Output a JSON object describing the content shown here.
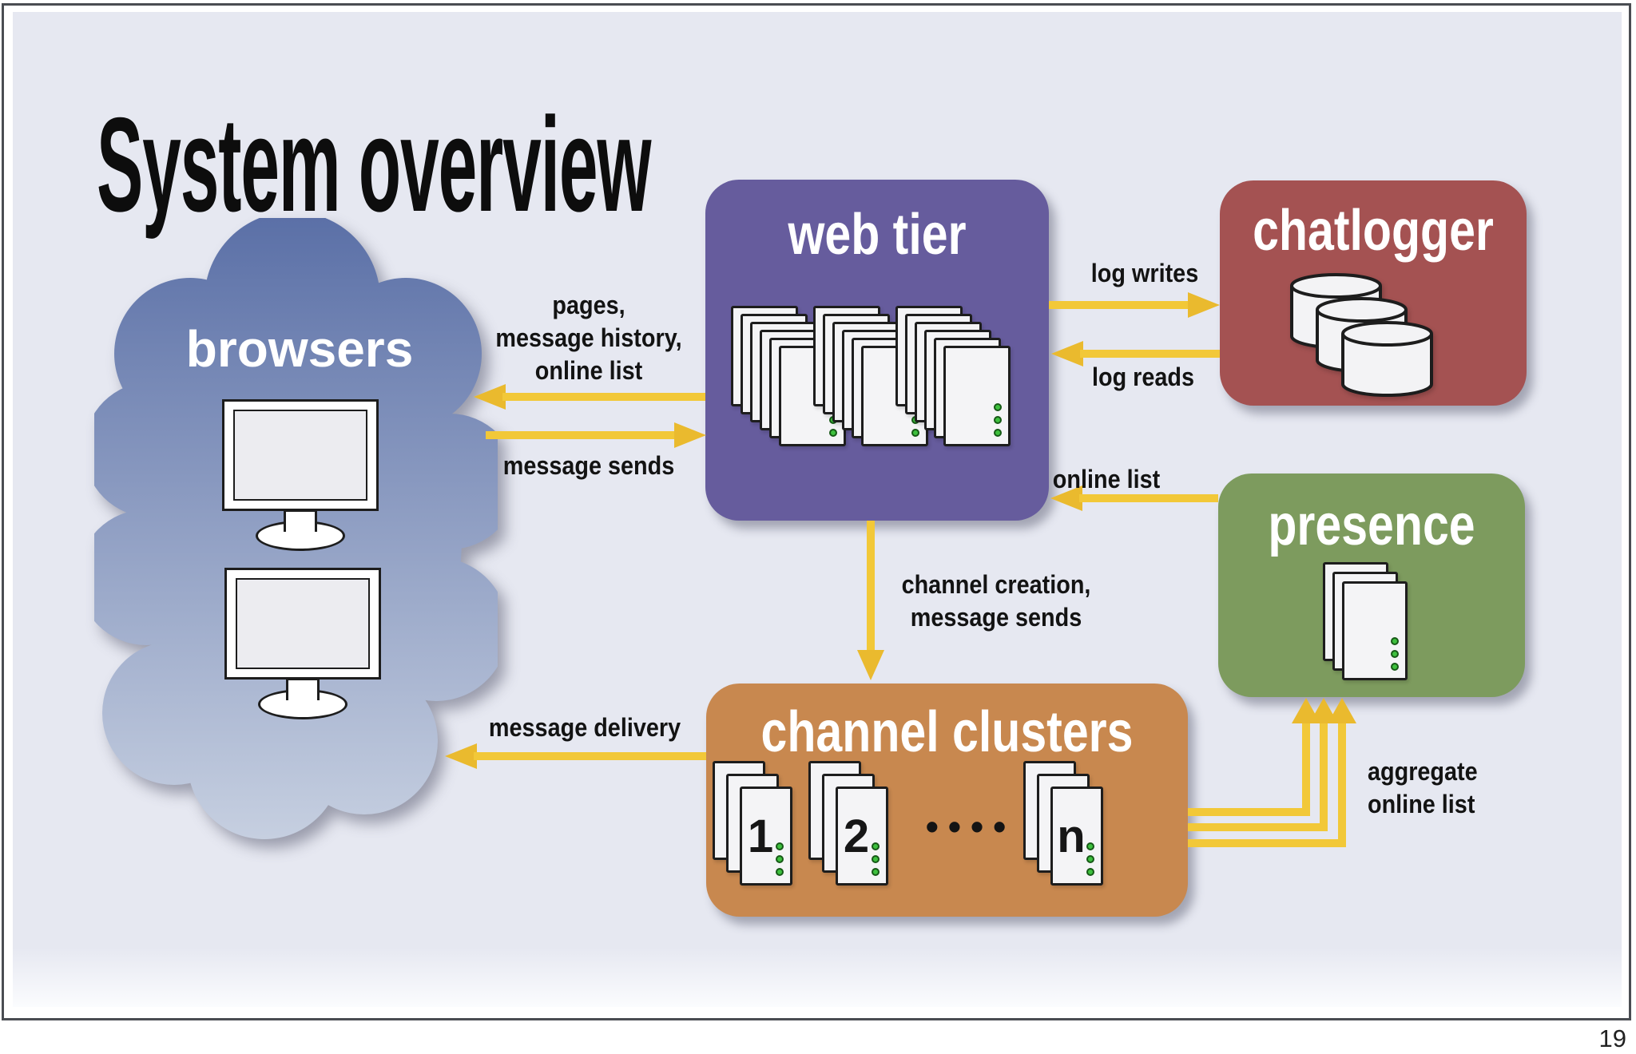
{
  "slide": {
    "title": "System overview",
    "page_number": "19"
  },
  "nodes": {
    "browsers": {
      "label": "browsers"
    },
    "web_tier": {
      "label": "web tier"
    },
    "chatlogger": {
      "label": "chatlogger"
    },
    "presence": {
      "label": "presence"
    },
    "channel_clusters": {
      "label": "channel clusters",
      "cluster_labels": [
        "1",
        "2",
        "n"
      ],
      "ellipsis_dots": "••••"
    }
  },
  "edges": {
    "web_tier_to_browsers": {
      "label": "pages,\nmessage history,\nonline list"
    },
    "browsers_to_web_tier": {
      "label": "message sends"
    },
    "web_tier_to_chatlogger": {
      "label": "log writes"
    },
    "chatlogger_to_web_tier": {
      "label": "log reads"
    },
    "presence_to_web_tier": {
      "label": "online list"
    },
    "web_tier_to_channel_clusters": {
      "label": "channel creation,\nmessage sends"
    },
    "channel_clusters_to_browsers": {
      "label": "message delivery"
    },
    "channel_clusters_to_presence": {
      "label": "aggregate\nonline list"
    }
  },
  "colors": {
    "background": "#e6e8f1",
    "frame_border": "#4a4d52",
    "title_text": "#0d0d0d",
    "label_text": "#131313",
    "box_label_text": "#ffffff",
    "cloud_top": "#5b70a7",
    "cloud_bottom": "#c9d2e2",
    "web_tier_fill": "#665c9d",
    "chatlogger_fill": "#a45252",
    "presence_fill": "#7d9b5e",
    "channel_clusters_fill": "#c8884f",
    "arrow_yellow": "#f2c838",
    "arrow_head_yellow": "#eaba2e",
    "sheet_fill": "#f4f4f6",
    "sheet_border": "#1d1d1d",
    "led_green": "#3ec03e"
  }
}
